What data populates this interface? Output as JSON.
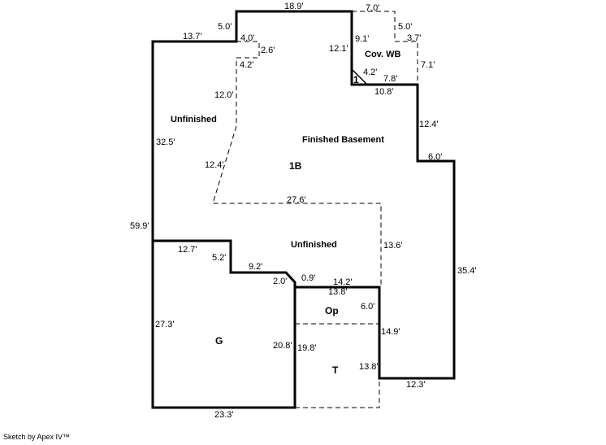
{
  "sketch": {
    "rooms": {
      "unfinished_top": "Unfinished",
      "finished_basement": "Finished Basement",
      "area_code": "1B",
      "cov_wb": "Cov. WB",
      "unfinished_mid": "Unfinished",
      "garage": "G",
      "porch": "Op",
      "terrace": "T",
      "marker_1": "1"
    },
    "dimensions": {
      "top_18_9": "18.9'",
      "top_7_0": "7.0'",
      "step_5_0": "5.0'",
      "left_top_13_7": "13.7'",
      "notch_4_0": "4.0'",
      "notch_2_6": "2.6'",
      "notch_4_2": "4.2'",
      "wb_12_1": "12.1'",
      "wb_9_1": "9.1'",
      "wb_5_0": "5.0'",
      "wb_3_7": "3.7'",
      "wb_7_1": "7.1'",
      "wb_4_2": "4.2'",
      "wb_7_8": "7.8'",
      "wb_10_8": "10.8'",
      "inner_12_0": "12.0'",
      "right_12_4": "12.4'",
      "right_6_0": "6.0'",
      "left_32_5": "32.5'",
      "diag_12_4": "12.4'",
      "mid_27_6": "27.6'",
      "left_59_9": "59.9'",
      "mid_13_6": "13.6'",
      "g_12_7": "12.7'",
      "g_5_2": "5.2'",
      "g_9_2": "9.2'",
      "g_2_0": "2.0'",
      "op_0_9": "0.9'",
      "op_14_2": "14.2'",
      "op_13_8": "13.8'",
      "op_6_0": "6.0'",
      "right_35_4": "35.4'",
      "g_27_3": "27.3'",
      "g_20_8": "20.8'",
      "t_19_8": "19.8'",
      "t_14_9": "14.9'",
      "t_13_8": "13.8'",
      "bottom_12_3": "12.3'",
      "bottom_23_3": "23.3'"
    }
  },
  "footer": {
    "credit": "Sketch by Apex IV™"
  }
}
